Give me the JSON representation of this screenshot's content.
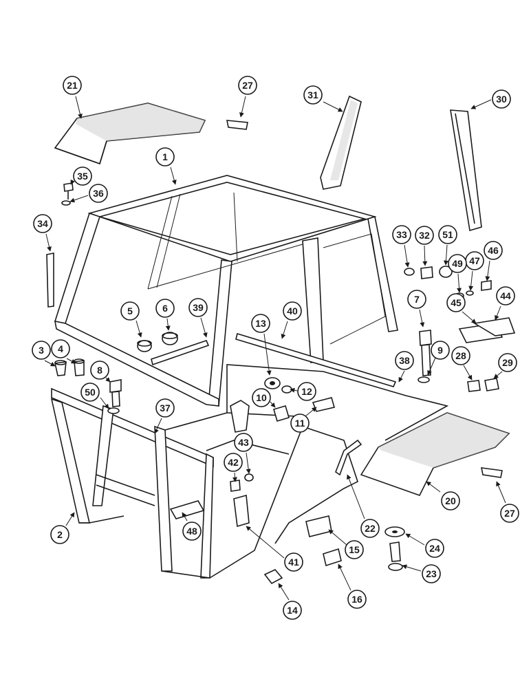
{
  "diagram": {
    "callouts": [
      "1",
      "2",
      "3",
      "4",
      "5",
      "6",
      "7",
      "8",
      "9",
      "10",
      "11",
      "12",
      "13",
      "14",
      "15",
      "16",
      "20",
      "21",
      "22",
      "23",
      "24",
      "27",
      "27",
      "28",
      "29",
      "30",
      "31",
      "32",
      "33",
      "34",
      "35",
      "36",
      "37",
      "38",
      "39",
      "40",
      "41",
      "42",
      "43",
      "44",
      "45",
      "46",
      "47",
      "48",
      "49",
      "50",
      "51"
    ]
  },
  "colors": {
    "line": "#1a1a1a",
    "shade": "#cfcfcf",
    "background": "#ffffff"
  }
}
